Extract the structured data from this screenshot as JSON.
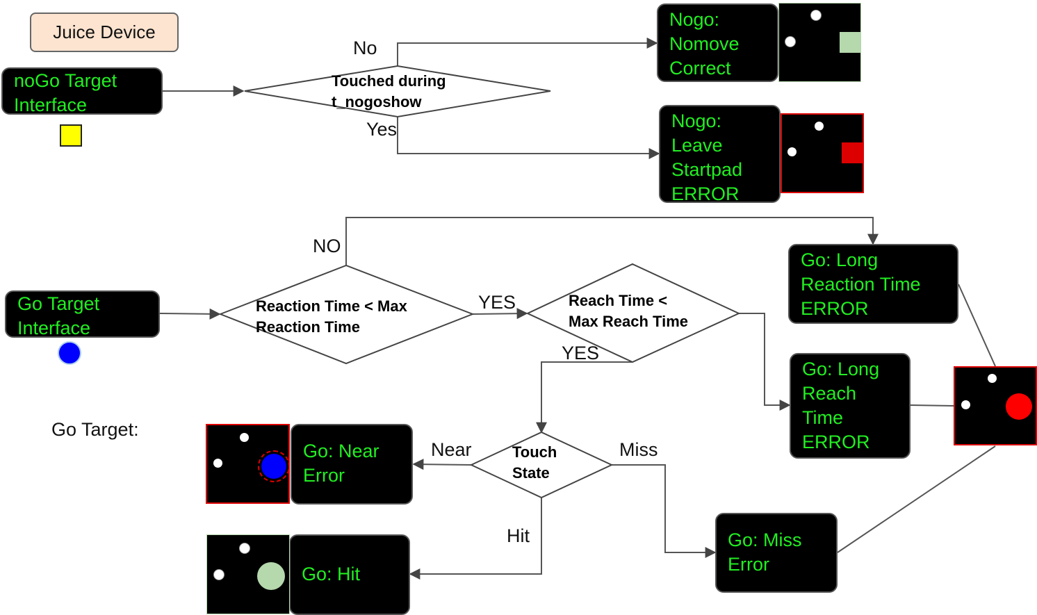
{
  "nodes": {
    "juice": "Juice Device",
    "nogo_iface": "noGo Target\nInterface",
    "go_iface": "Go Target\nInterface",
    "nogo_correct": "Nogo:\nNomove\nCorrect",
    "nogo_leave": "Nogo:\nLeave\nStartpad\nERROR",
    "go_long_rt": "Go: Long\nReaction Time\nERROR",
    "go_long_reach": "Go: Long\nReach\nTime\nERROR",
    "go_near": "Go: Near\nError",
    "go_hit": "Go: Hit",
    "go_miss": "Go: Miss\nError"
  },
  "decisions": {
    "touched": "Touched during\nt_nogoshow",
    "reaction": "Reaction Time < Max\nReaction Time",
    "reach": "Reach Time <\nMax Reach Time",
    "touch_state": "Touch\nState"
  },
  "labels": {
    "no": "No",
    "yes": "Yes",
    "no_caps": "NO",
    "yes_reaction": "YES",
    "yes_reach": "YES",
    "near": "Near",
    "miss": "Miss",
    "hit": "Hit",
    "go_target": "Go Target:"
  },
  "colors": {
    "node_text": "#22ee22",
    "nogo_marker": "#ffff00",
    "go_marker": "#0000ff",
    "correct_target": "#b5d8ad",
    "error_target": "#dd0000",
    "error_frame": "#dd0000"
  }
}
